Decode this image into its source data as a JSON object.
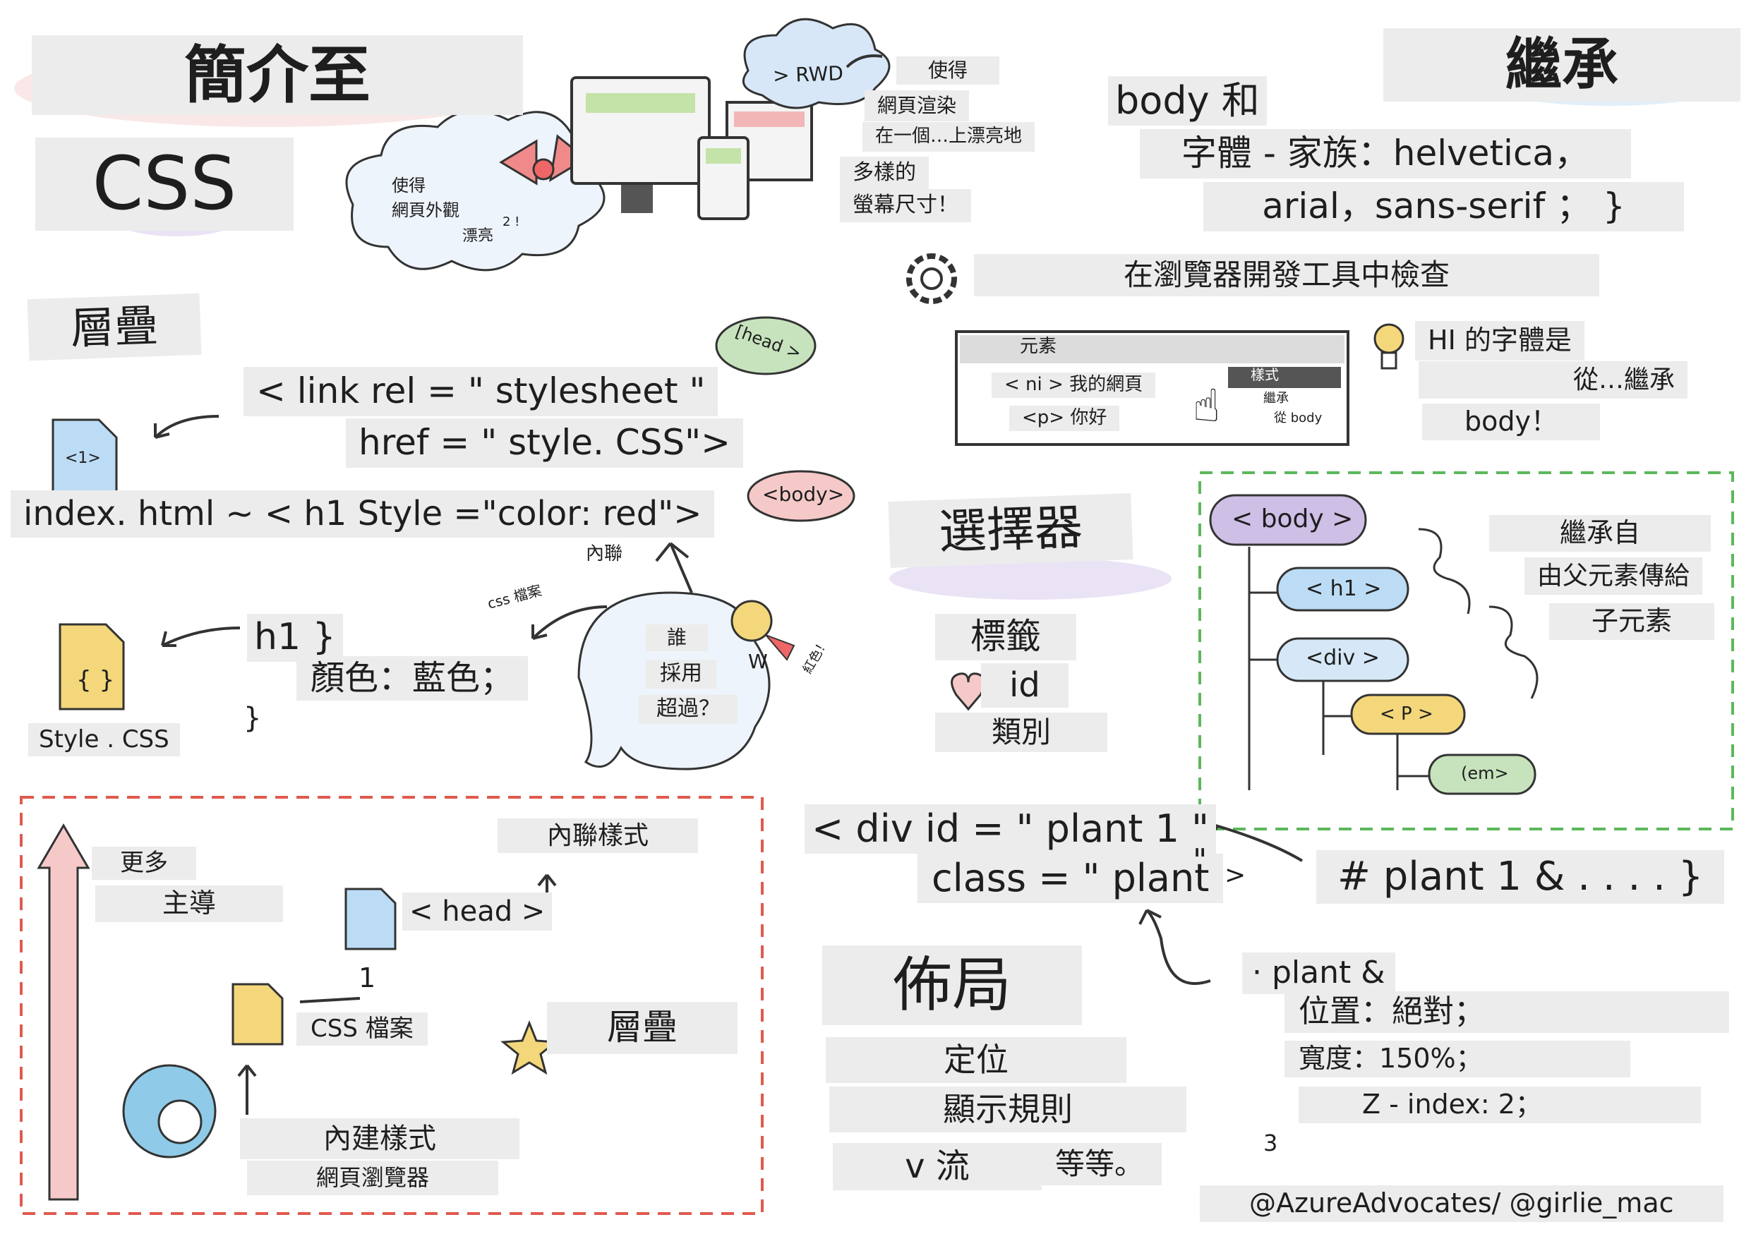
{
  "title": {
    "line1": "簡介至",
    "line2": "CSS"
  },
  "cascade": {
    "heading": "層疊",
    "link_line1": "< link rel = \" stylesheet \"",
    "link_line2": "href = \" style. CSS\">",
    "inline_line": "index. html ~ < h1 Style =\"color: red\">",
    "file_badge": "<1>",
    "css_line1": "h1 }",
    "css_line2": "顏色：藍色；",
    "css_line3": "}",
    "css_file": "Style . CSS",
    "head_bubble": "[head >",
    "body_bubble": "<body>",
    "inline_tag": "內聯",
    "css_file_tag": "css 檔案",
    "who": "誰",
    "adopt": "採用",
    "over": "超過？",
    "red_ribbon": "紅色！",
    "winner": "W"
  },
  "intro_cloud": {
    "line1": "使得",
    "line2": "網頁外觀",
    "line3": "漂亮",
    "mark": "2 !"
  },
  "rwd": {
    "cloud": "> RWD",
    "lines": [
      "使得",
      "網頁渲染",
      "在一個…上漂亮地",
      "多樣的",
      "螢幕尺寸！"
    ]
  },
  "inheritance": {
    "heading": "繼承",
    "body_line": "body 和",
    "font_line1": "字體 - 家族：helvetica，",
    "font_line2": "arial，sans-serif ；  }",
    "inspect": "在瀏覽器開發工具中檢查",
    "panel_elements": "元素",
    "panel_ni": "< ni > 我的網頁",
    "panel_p": "<p> 你好",
    "panel_styles": "樣式",
    "panel_inherit": "繼承",
    "panel_from_body": "從 body",
    "note_lines": [
      "HI 的字體是",
      "從…繼承",
      "body！"
    ],
    "tree": [
      "< body >",
      "< h1 >",
      "<div >",
      "< P >",
      "(em>"
    ],
    "tree_note": [
      "繼承自",
      "由父元素傳給",
      "子元素"
    ]
  },
  "selectors": {
    "heading": "選擇器",
    "items": [
      "標籤",
      "id",
      "類別"
    ],
    "div_line1": "< div id = \" plant 1 \"",
    "div_line2": "class = \" plant",
    "div_close": ">",
    "div_quote": "\"",
    "id_rule": "# plant 1 & . . . . }",
    "class_lines": [
      "· plant &",
      "位置：絕對；",
      "寬度：150%；",
      "Z - index: 2；"
    ],
    "mark3": "3"
  },
  "layout": {
    "heading": "佈局",
    "items": [
      "定位",
      "顯示規則",
      "v 流",
      "等等。"
    ]
  },
  "precedence": {
    "more": "更多",
    "dominant": "主導",
    "inline_styles": "內聯樣式",
    "head": "< head >",
    "one": "1",
    "css_file": "CSS 檔案",
    "cascade": "層疊",
    "builtin": "內建樣式",
    "browser": "網頁瀏覽器"
  },
  "credit": "@AzureAdvocates/ @girlie_mac",
  "colors": {
    "red_dash": "#e05a4e",
    "green_dash": "#5cb85c",
    "purple": "#b9a6d9",
    "blue": "#a9cfee",
    "yellow": "#f3d77a",
    "green": "#b7dcb0",
    "pink": "#f6c9c9"
  }
}
